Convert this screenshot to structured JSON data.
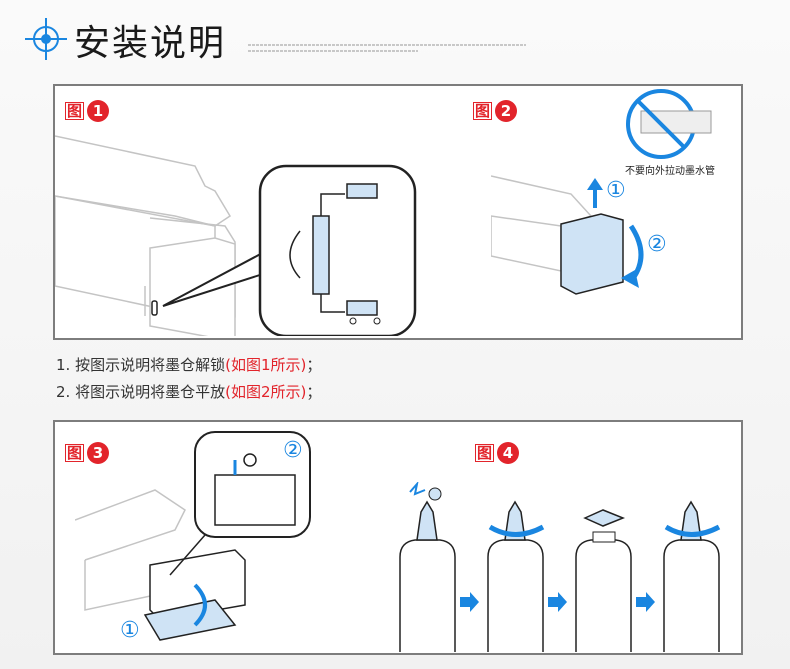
{
  "header": {
    "title": "安装说明",
    "icon": "crosshair-icon",
    "accent": "#1a86e0"
  },
  "figures": [
    {
      "char": "图",
      "num": "1"
    },
    {
      "char": "图",
      "num": "2",
      "note": "不要向外拉动墨水管"
    },
    {
      "char": "图",
      "num": "3"
    },
    {
      "char": "图",
      "num": "4"
    }
  ],
  "steps": [
    {
      "num": "1.",
      "text": "按图示说明将墨仓解锁",
      "ref": "(如图1所示)",
      "end": "；"
    },
    {
      "num": "2.",
      "text": "将图示说明将墨仓平放",
      "ref": "(如图2所示)",
      "end": "；"
    }
  ],
  "callouts": {
    "c1": "①",
    "c2": "②"
  },
  "colors": {
    "red": "#e2242b",
    "blue": "#1a86e0",
    "light_blue": "#cfe3f5"
  }
}
